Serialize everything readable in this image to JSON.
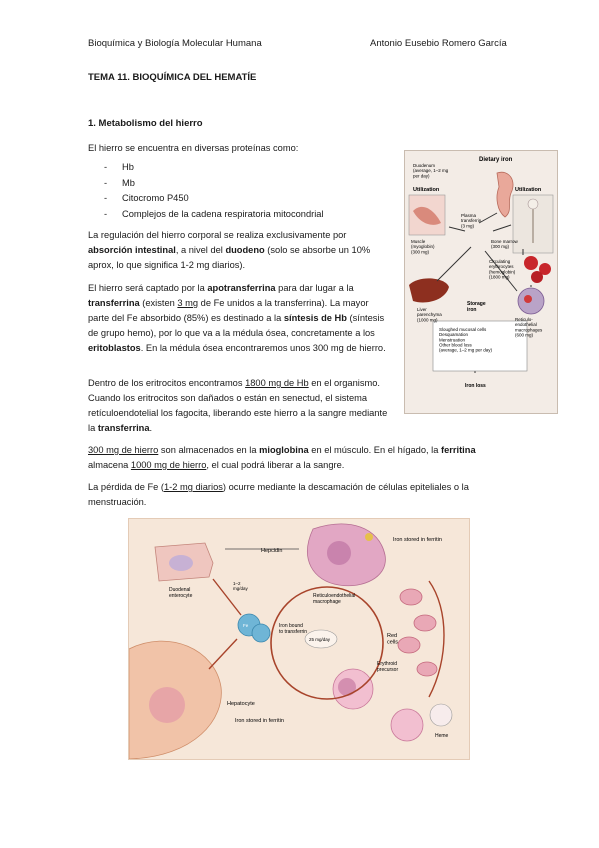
{
  "header": {
    "left": "Bioquímica y Biología Molecular Humana",
    "right": "Antonio Eusebio Romero García"
  },
  "title": "TEMA 11. BIOQUÍMICA DEL HEMATÍE",
  "section1": "1. Metabolismo del hierro",
  "intro": "El hierro se encuentra en diversas proteínas como:",
  "proteins": [
    "Hb",
    "Mb",
    "Citocromo P450",
    "Complejos de la cadena respiratoria mitocondrial"
  ],
  "p_reg": {
    "t1": "La regulación del hierro corporal se realiza exclusivamente por ",
    "b1": "absorción intestinal",
    "t2": ", a nivel del ",
    "b2": "duodeno",
    "t3": " (solo se absorbe un 10% aprox, lo que significa 1-2 mg diarios)."
  },
  "p_capt": {
    "t1": "El hierro será captado por la ",
    "b1": "apotransferrina",
    "t2": " para dar lugar a la ",
    "b2": "transferrina",
    "t3": " (existen ",
    "u1": "3 mg",
    "t4": " de Fe unidos a la transferrina). La mayor parte del Fe absorbido (85%) es destinado a la ",
    "b3": "síntesis de Hb",
    "t5": " (síntesis de grupo hemo), por lo que va a la médula ósea, concretamente a los ",
    "b4": "eritoblastos",
    "t6": ". En la médula ósea encontraremos unos 300 mg de hierro."
  },
  "p_eri": {
    "t1": "Dentro de los eritrocitos encontramos ",
    "u1": "1800 mg de Hb",
    "t2": " en el organismo. Cuando los eritrocitos son dañados o están en senectud, el sistema retículoendotelial los fagocita, liberando este hierro a la sangre mediante la ",
    "b1": "transferrina",
    "t3": "."
  },
  "p_mio": {
    "u1": "300 mg de hierro",
    "t1": " son almacenados en la ",
    "b1": "mioglobina",
    "t2": " en el músculo. En el hígado, la ",
    "b2": "ferritina",
    "t3": " almacena ",
    "u2": "1000 mg de hierro",
    "t4": ", el cual podrá liberar a la sangre."
  },
  "p_perd": {
    "t1": "La pérdida de Fe (",
    "u1": "1-2 mg diarios",
    "t2": ") ocurre mediante la descamación de células epiteliales o la menstruación."
  },
  "fig1": {
    "dietary_iron": "Dietary iron",
    "duodenum": "Duodenum\n(average, 1–2 mg\nper day)",
    "utilization_left": "Utilization",
    "utilization_right": "Utilization",
    "plasma": "Plasma\ntransferrin\n(3 mg)",
    "muscle": "Muscle\n(myoglobin)\n(300 mg)",
    "bone_marrow": "Bone marrow\n(300 mg)",
    "circulating": "Circulating\nerythrocytes\n(hemoglobin)\n(1800 mg)",
    "storage": "Storage\niron",
    "liver": "Liver\nparenchyma\n(1000 mg)",
    "reticulo": "Reticulo-\nendothelial\nmacrophages\n(600 mg)",
    "losses": "Sloughed mucosal cells\nDesquamation\nMenstruation\nOther blood loss\n(average, 1–2 mg per day)",
    "iron_loss": "Iron loss"
  },
  "fig2": {
    "hepcidin": "Hepcidin",
    "iron_ferritin_top": "Iron stored in ferritin",
    "duodenal": "Duodenal\nenterocyte",
    "rate1": "1–2\nmg/day",
    "reticulo": "Reticuloendothelial\nmacrophage",
    "iron_bound": "Iron bound\nto transferrin",
    "rate2": "25 mg/day",
    "red_cells": "Red\ncells",
    "hepatocyte": "Hepatocyte",
    "iron_ferritin_bottom": "Iron stored in ferritin",
    "erythroid": "Erythroid\nprecursor",
    "heme": "Heme",
    "fe": "Fe"
  }
}
